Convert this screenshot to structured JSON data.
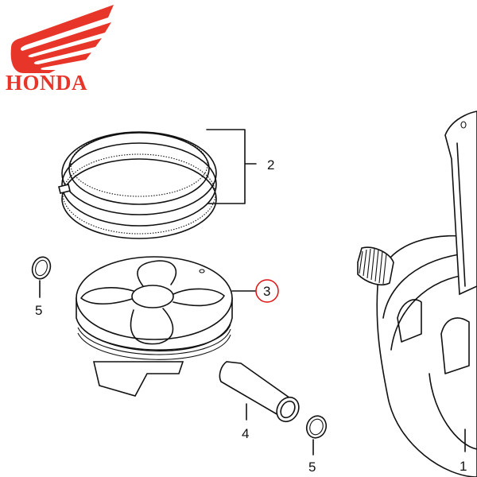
{
  "brand": {
    "name": "HONDA",
    "logo_icon": "honda-wing-icon",
    "color": "#e8352a"
  },
  "diagram": {
    "title": "Crankshaft / Piston assembly",
    "highlight_color": "#e01010",
    "parts": [
      {
        "ref": "1",
        "name": "crankshaft",
        "highlighted": false
      },
      {
        "ref": "2",
        "name": "piston-ring-set",
        "highlighted": false
      },
      {
        "ref": "3",
        "name": "piston",
        "highlighted": true
      },
      {
        "ref": "4",
        "name": "piston-pin",
        "highlighted": false
      },
      {
        "ref": "5",
        "name": "piston-pin-clip",
        "highlighted": false
      },
      {
        "ref": "5",
        "name": "piston-pin-clip",
        "highlighted": false
      }
    ]
  }
}
